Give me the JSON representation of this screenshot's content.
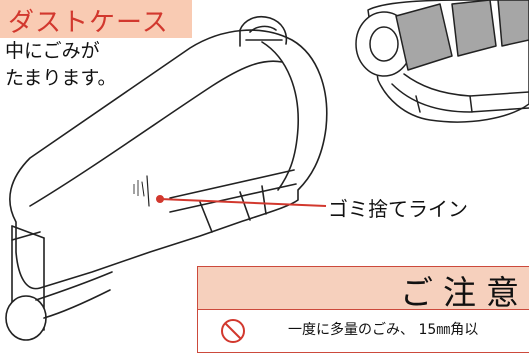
{
  "title": "ダストケース",
  "caption_lines": [
    "中にごみが",
    "たまります。"
  ],
  "line_label": "ゴミ捨てライン",
  "notice": {
    "title": "ご注意",
    "text": "一度に多量のごみ、 15㎜角以"
  },
  "colors": {
    "title_bg": "#f9cbb3",
    "title_text": "#d2382e",
    "accent_red": "#d2382e",
    "notice_head_bg": "#f6d0bd",
    "notice_border": "#cc4a3c"
  }
}
